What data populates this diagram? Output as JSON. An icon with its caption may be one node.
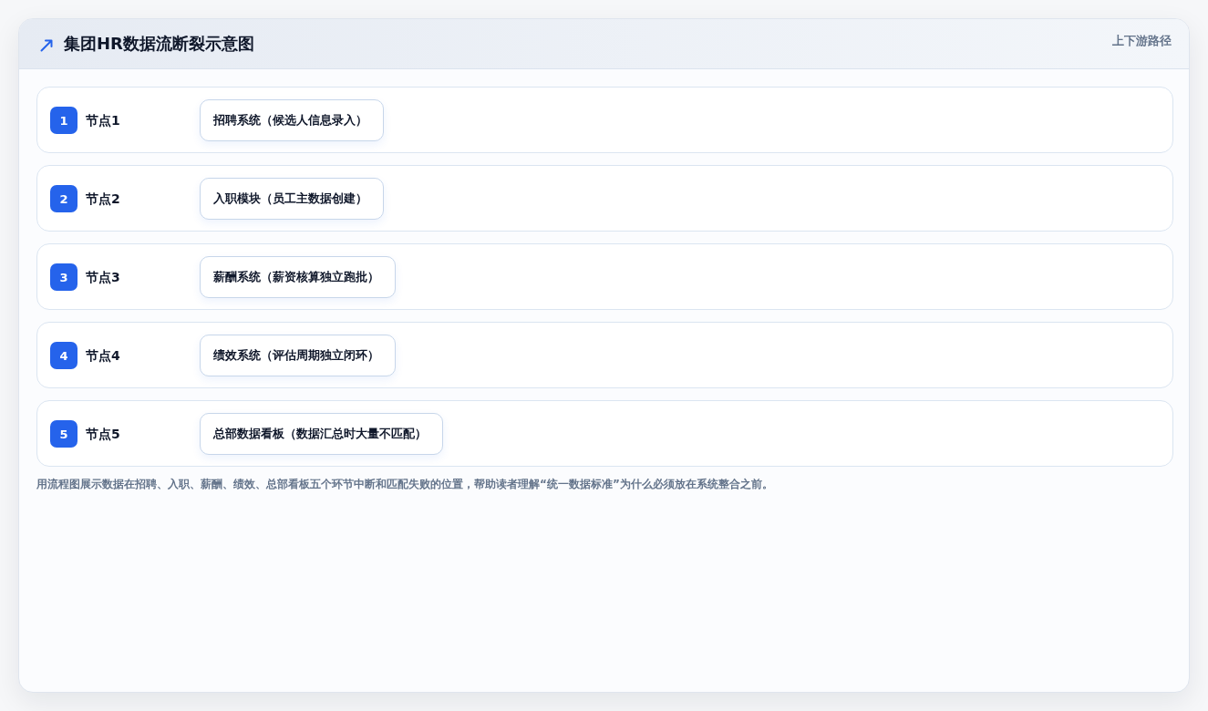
{
  "diagram": {
    "title": "集团HR数据流断裂示意图",
    "nodes": [
      {
        "text": [
          "节点1"
        ]
      },
      {
        "text": [
          "1"
        ],
        "in": 0
      },
      {
        "text": [
          "招聘系统（候选人信息录入）"
        ],
        "in": 0
      },
      {
        "text": [
          "节点2"
        ]
      },
      {
        "text": [
          "2"
        ],
        "in": 3
      },
      {
        "text": [
          "入职模块（员工主数据创建）"
        ],
        "in": 3
      },
      {
        "text": [
          "节点3"
        ]
      },
      {
        "text": [
          "3"
        ],
        "in": 6
      },
      {
        "text": [
          "薪酬系统（薪资核算独立跑批）"
        ],
        "in": 6
      },
      {
        "text": [
          "节点4"
        ]
      },
      {
        "text": [
          "4"
        ],
        "in": 9
      },
      {
        "text": [
          "绩效系统（评估周期独立闭环）"
        ],
        "in": 9
      },
      {
        "text": [
          "节点5"
        ]
      },
      {
        "text": [
          "5"
        ],
        "in": 12
      },
      {
        "text": [
          "总部数据看板（数据汇总时大量不匹配）"
        ],
        "in": 12
      }
    ],
    "labels": [
      "上下游路径"
    ],
    "caption": "用流程图展示数据在招聘、入职、薪酬、绩效、总部看板五个环节中断和匹配失败的位置，帮助读者理解“统一数据标准”为什么必须放在系统整合之前。"
  }
}
